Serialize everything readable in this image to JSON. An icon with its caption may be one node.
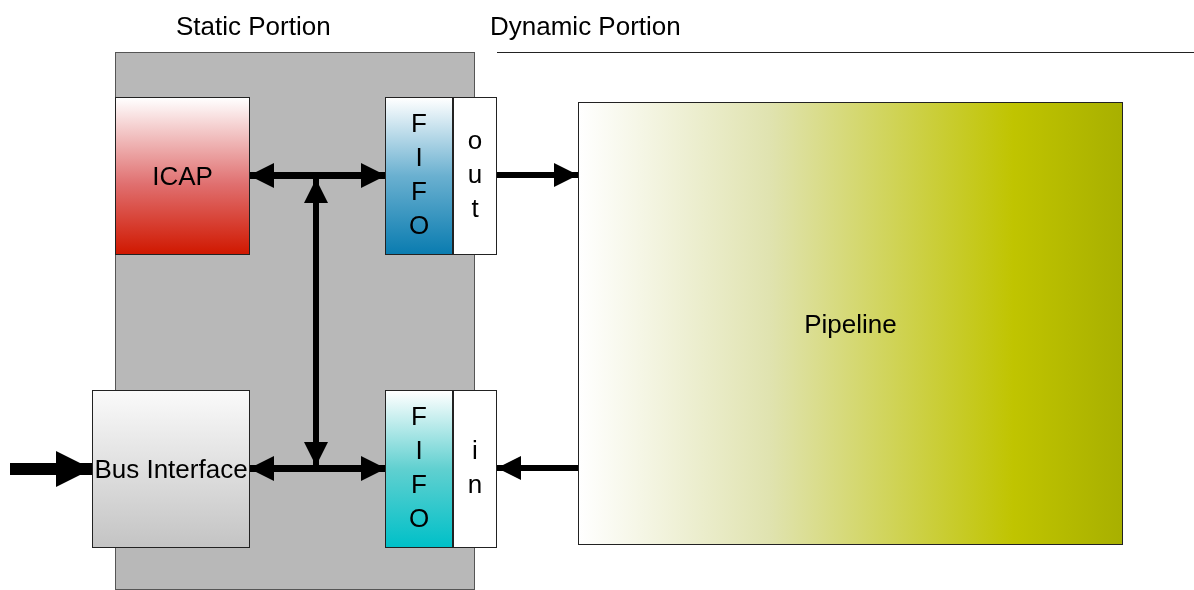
{
  "diagram": {
    "nodes": [
      {
        "text": [
          "Static Portion"
        ]
      },
      {
        "text": [
          "Dynamic Portion"
        ]
      },
      {
        "text": [
          "ICAP"
        ],
        "in": 0
      },
      {
        "text": [
          "FIFO"
        ],
        "in": 0
      },
      {
        "text": [
          "out"
        ]
      },
      {
        "text": [
          "Bus Interface"
        ]
      },
      {
        "text": [
          "FIFO"
        ],
        "in": 0
      },
      {
        "text": [
          "in"
        ]
      },
      {
        "text": [
          "Pipeline"
        ],
        "in": 1
      }
    ],
    "edges": [
      {
        "from": 2,
        "to": 3,
        "arrow": "both"
      },
      {
        "from": 5,
        "to": 6,
        "arrow": "both"
      },
      {
        "from": 2,
        "to": 6,
        "arrow": "both"
      },
      {
        "from": 5,
        "to": 3,
        "arrow": "both"
      },
      {
        "from": 4,
        "to": 8,
        "arrow": "to"
      },
      {
        "from": 8,
        "to": 7,
        "arrow": "to"
      },
      {
        "from": null,
        "to": 5,
        "arrow": "to",
        "style": "thick"
      }
    ]
  }
}
